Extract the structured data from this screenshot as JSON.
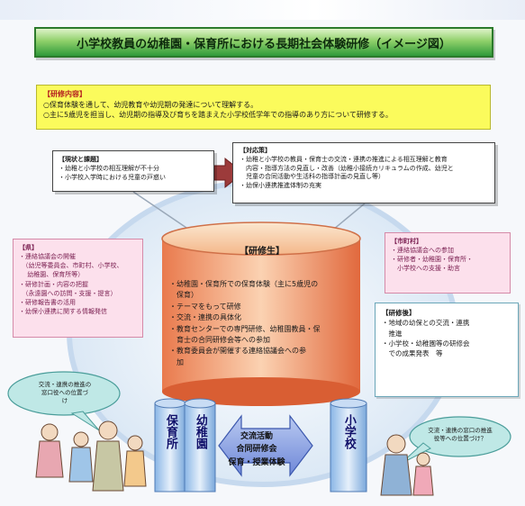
{
  "title": "小学校教員の幼稚園・保育所における長期社会体験研修（イメージ図）",
  "content": {
    "heading": "【研修内容】",
    "items": [
      "○保育体験を通して、幼児教育や幼児期の発達について理解する。",
      "○主に5歳児を担当し、幼児期の指導及び育ちを踏まえた小学校低学年での指導のあり方について研修する。"
    ]
  },
  "issues": {
    "heading": "【現状と課題】",
    "items": [
      "・幼稚と小学校の相互理解が不十分",
      "・小学校入学時における児童の戸惑い"
    ]
  },
  "measures": {
    "heading": "【対応策】",
    "items": [
      "・幼稚と小学校の教員・保育士の交流・連携の推進による相互理解と教育",
      "　内容・指導方法の見直し・改善（幼稚小接続カリキュラムの作成、幼児と",
      "　児童の合同活動や生活科の指導計画の見直し等）",
      "・幼保小連携推進体制の充実"
    ]
  },
  "prefecture": {
    "heading": "【県】",
    "items": [
      "・連絡協議会の開催",
      "　（幼児等委員会、市町村、小学校、",
      "　 幼稚園、保育所等）",
      "・研修計画・内容の把握",
      "　（永遠園への訪問・支援・提言）",
      "・研修報告書の活用",
      "・幼保小連携に関する情報発信"
    ]
  },
  "municipality": {
    "heading": "【市町村】",
    "items": [
      "・連絡協議会への参加",
      "・研修者・幼稚園・保育所・",
      "　小学校への支援・助言"
    ]
  },
  "trainee": {
    "title": "【研修生】",
    "items": [
      "・幼稚園・保育所での保育体験（主に5歳児の",
      "　保育）",
      "・テーマをもって研修",
      "・交流・連携の具体化",
      "・教育センターでの専門研修、幼稚園教員・保",
      "　育士の合同研修会等への参加",
      "・教育委員会が開催する連絡協議会への参",
      "　加"
    ]
  },
  "after_training": {
    "heading": "【研修後】",
    "items": [
      "・地域の幼保との交流・連携",
      "　推進",
      "・小学校・幼稚園等の研修会",
      "　での成果発表　等"
    ]
  },
  "bubbles": {
    "left": [
      "交流・連携の推進の",
      "窓口役への位置づ",
      "け"
    ],
    "right": [
      "交流・連携の窓口の推進",
      "役等への位置づけ？"
    ]
  },
  "pillars": {
    "left_a": "保育所",
    "left_b": "幼稚園",
    "right": "小学校"
  },
  "center_arrow": {
    "lines": [
      "交流活動",
      "合同研修会",
      "保育・授業体験"
    ]
  }
}
